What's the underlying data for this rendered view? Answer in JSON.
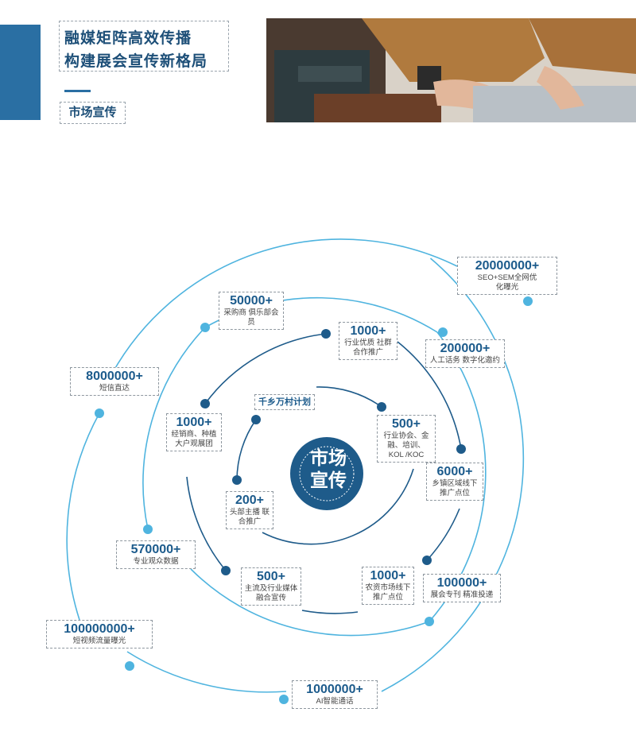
{
  "header": {
    "title_line1": "融媒矩阵高效传播",
    "title_line2": "构建展会宣传新格局",
    "tag": "市场宣传"
  },
  "center": {
    "line1": "市场",
    "line2": "宣传"
  },
  "plan_label": "千乡万村计划",
  "inner_ring": [
    {
      "number": "200+",
      "desc": "头部主播 联合推广"
    },
    {
      "number": "500+",
      "desc": "行业协会、金融、培训、KOL /KOC"
    },
    {
      "number": "1000+",
      "desc": "农资市场线下推广点位"
    }
  ],
  "ring2": [
    {
      "number": "1000+",
      "desc": "行业优质 社群合作推广"
    },
    {
      "number": "1000+",
      "desc": "经销商、种植大户观展团"
    },
    {
      "number": "6000+",
      "desc": "乡镇区域线下推广点位"
    },
    {
      "number": "500+",
      "desc": "主流及行业媒体融合宣传"
    }
  ],
  "ring3": [
    {
      "number": "50000+",
      "desc": "采购商 俱乐部会员"
    },
    {
      "number": "200000+",
      "desc": "人工话务 数字化邀约"
    },
    {
      "number": "570000+",
      "desc": "专业观众数据"
    },
    {
      "number": "100000+",
      "desc": "展会专刊 精准投递"
    }
  ],
  "outer_ring": [
    {
      "number": "20000000+",
      "desc": "SEO+SEM全网优化曝光"
    },
    {
      "number": "8000000+",
      "desc": "短信直达"
    },
    {
      "number": "100000000+",
      "desc": "短视频流量曝光"
    },
    {
      "number": "1000000+",
      "desc": "AI智能通话"
    }
  ],
  "colors": {
    "dark_blue": "#2a6fa3",
    "mid_blue": "#1e5b8a",
    "light_blue": "#4fb4df"
  },
  "photo_icon": "laptop-typing-photo"
}
